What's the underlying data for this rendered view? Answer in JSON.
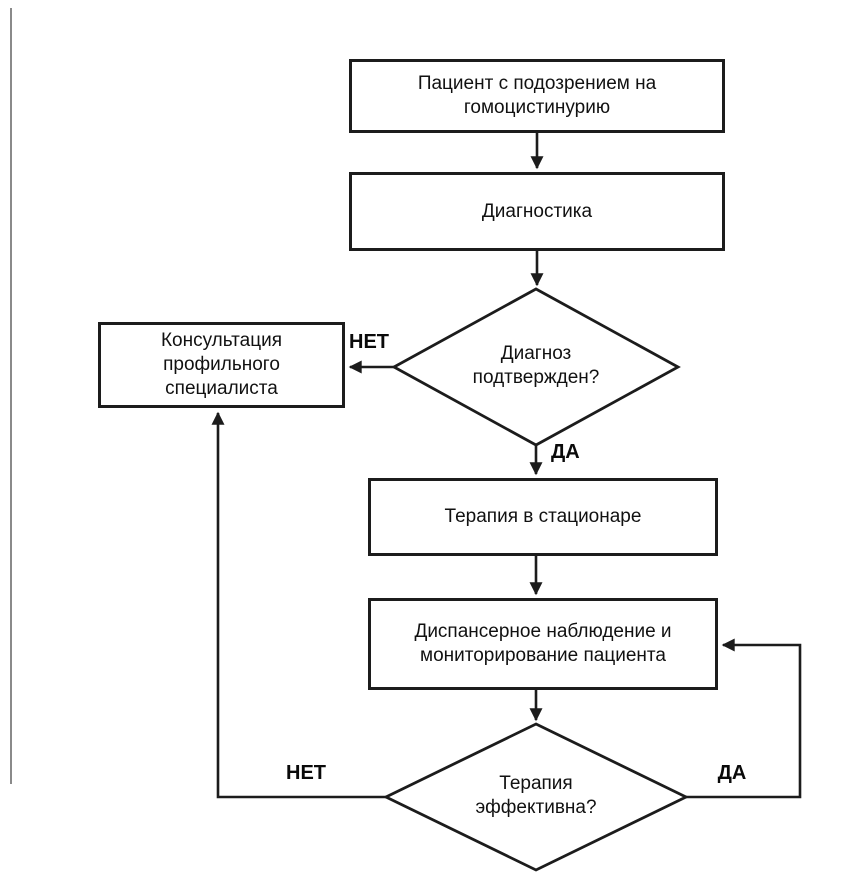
{
  "diagram": {
    "nodes": {
      "start": "Пациент с подозрением на гомоцистинурию",
      "diagnostics": "Диагностика",
      "decision_confirmed": "Диагноз подтвержден?",
      "consult": "Консультация профильного специалиста",
      "therapy": "Терапия в стационаре",
      "monitoring": "Диспансерное наблюдение и мониторирование пациента",
      "decision_effective": "Терапия эффективна?"
    },
    "edges": {
      "confirmed_no": "НЕТ",
      "confirmed_yes": "ДА",
      "effective_no": "НЕТ",
      "effective_yes": "ДА"
    },
    "colors": {
      "stroke": "#1c1c1c",
      "background": "#ffffff",
      "page_edge_line": "#8a8a8a"
    }
  }
}
